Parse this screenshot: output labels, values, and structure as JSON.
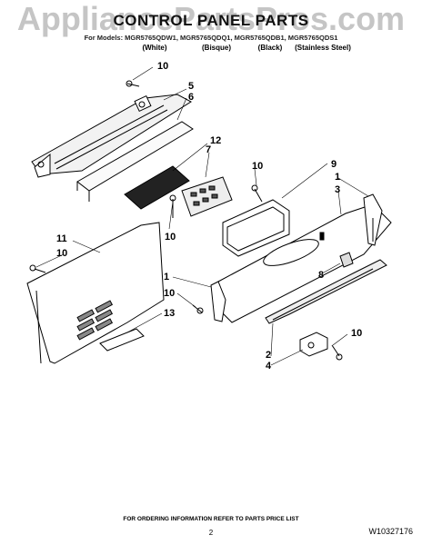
{
  "watermark": "AppliancePartsPros.com",
  "title": "CONTROL PANEL PARTS",
  "models_line": "For Models: MGR5765QDW1, MGR5765QDQ1, MGR5765QDB1, MGR5765QDS1",
  "columns": [
    "(White)",
    "(Bisque)",
    "(Black)",
    "(Stainless Steel)"
  ],
  "callouts": {
    "c10a": "10",
    "c5": "5",
    "c6": "6",
    "c12": "12",
    "c7": "7",
    "c10b": "10",
    "c9": "9",
    "c1a": "1",
    "c3": "3",
    "c10c": "10",
    "c11": "11",
    "c10d": "10",
    "c1b": "1",
    "c10e": "10",
    "c8": "8",
    "c13": "13",
    "c2": "2",
    "c4": "4",
    "c10f": "10"
  },
  "footer": "FOR ORDERING INFORMATION REFER TO PARTS PRICE LIST",
  "page_number": "2",
  "doc_number": "W10327176"
}
